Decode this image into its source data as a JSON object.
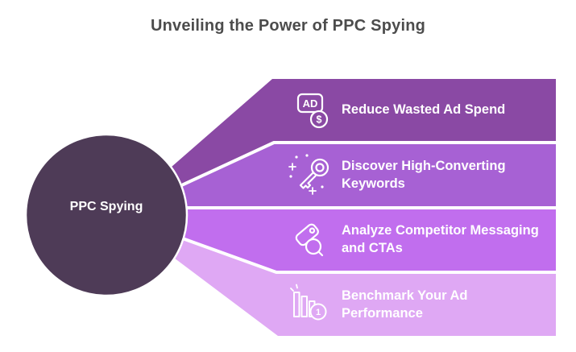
{
  "title": "Unveiling the Power of PPC Spying",
  "hub": {
    "label": "PPC Spying",
    "color": "#4e3b57"
  },
  "items": [
    {
      "label": "Reduce Wasted Ad Spend",
      "lines": [
        "Reduce Wasted Ad Spend"
      ],
      "icon": "ad-dollar-icon",
      "color": "#8a49a4"
    },
    {
      "label": "Discover High-Converting Keywords",
      "lines": [
        "Discover High-Converting",
        "Keywords"
      ],
      "icon": "magic-key-icon",
      "color": "#a761d4"
    },
    {
      "label": "Analyze Competitor Messaging and CTAs",
      "lines": [
        "Analyze Competitor Messaging",
        "and CTAs"
      ],
      "icon": "tag-search-icon",
      "color": "#c16eee"
    },
    {
      "label": "Benchmark Your Ad Performance",
      "lines": [
        "Benchmark Your Ad",
        "Performance"
      ],
      "icon": "bar-chart-search-icon",
      "color": "#dfa8f4"
    }
  ],
  "icon_glyphs": {
    "ad": "AD",
    "dollar": "$",
    "one": "1"
  },
  "colors": {
    "background": "#ffffff",
    "title_text": "#4c4c4c",
    "label_text": "#ffffff",
    "separator": "#ffffff"
  }
}
